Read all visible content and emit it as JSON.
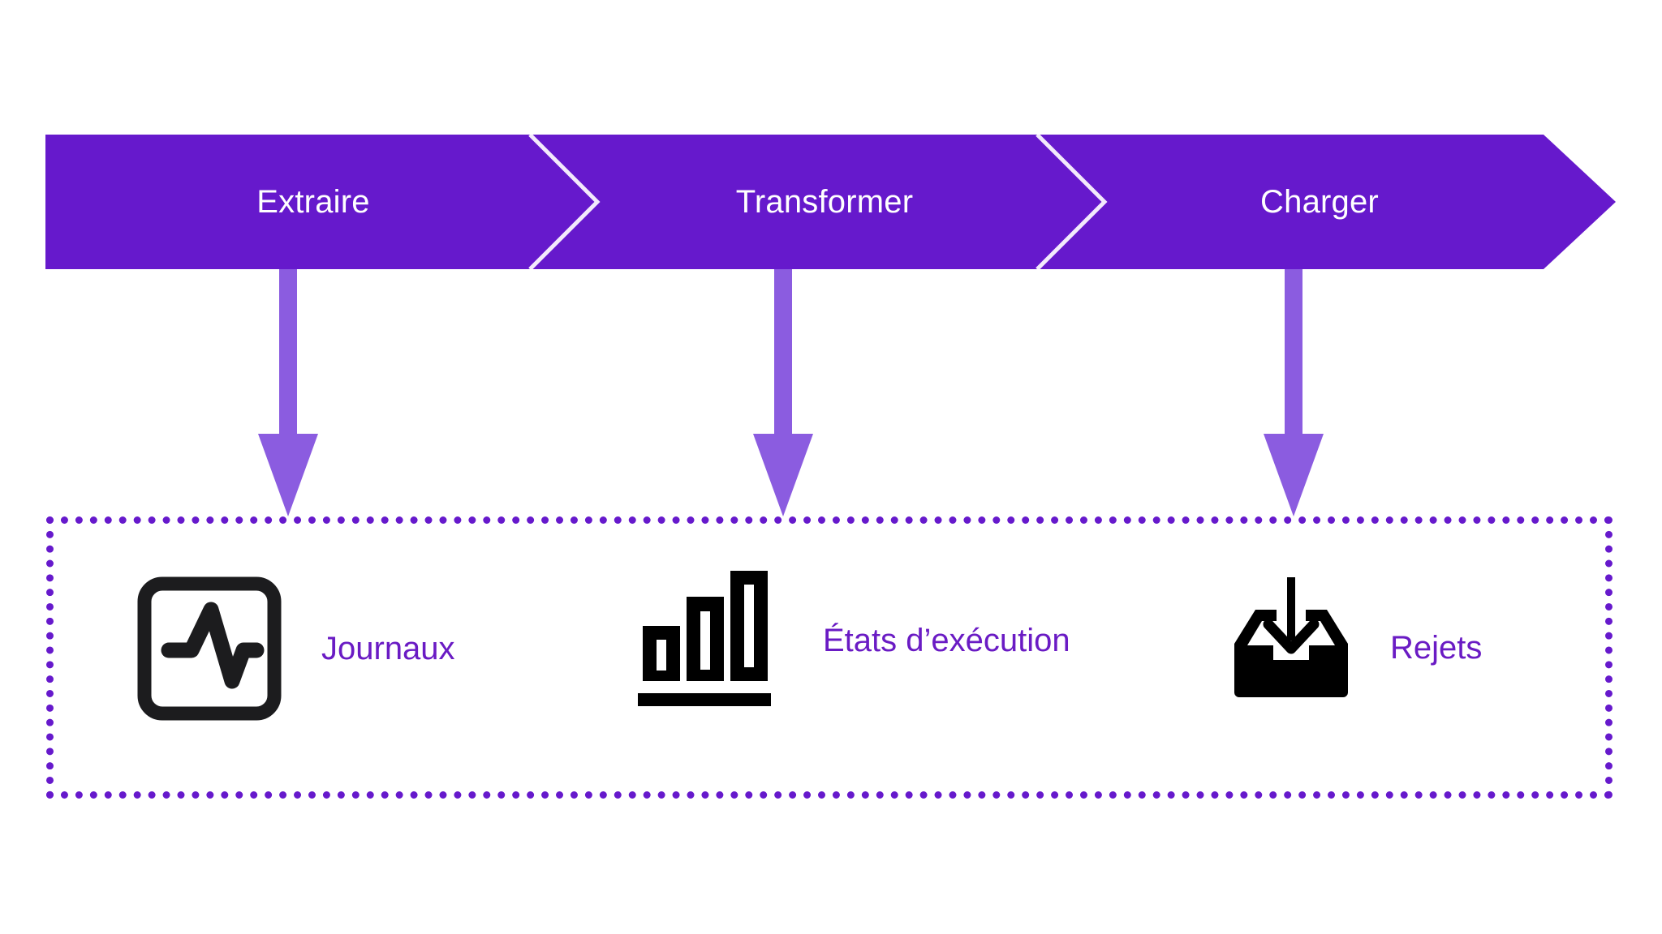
{
  "diagram": {
    "title_alt": "ETL process with outputs",
    "colors": {
      "banner_fill": "#6619cc",
      "banner_divider": "#f1e8fb",
      "arrow_fill": "#8b5ce0",
      "dotted_border": "#6619cc",
      "label_text": "#6a1bc4",
      "banner_text": "#ffffff",
      "icon_black": "#1c1c1e",
      "background": "#ffffff"
    },
    "pipeline": {
      "name": "etl-pipeline-banner",
      "stages": [
        {
          "id": "extract",
          "label": "Extraire"
        },
        {
          "id": "transform",
          "label": "Transformer"
        },
        {
          "id": "load",
          "label": "Charger"
        }
      ]
    },
    "connectors": [
      {
        "from": "extract",
        "to": "journaux"
      },
      {
        "from": "transform",
        "to": "etats-execution"
      },
      {
        "from": "load",
        "to": "rejets"
      }
    ],
    "outputs": {
      "name": "outputs-group",
      "items": [
        {
          "id": "journaux",
          "label": "Journaux",
          "icon": "pulse-monitor-icon"
        },
        {
          "id": "etats-execution",
          "label": "États d’exécution",
          "icon": "bar-chart-icon"
        },
        {
          "id": "rejets",
          "label": "Rejets",
          "icon": "inbox-download-icon"
        }
      ]
    }
  }
}
